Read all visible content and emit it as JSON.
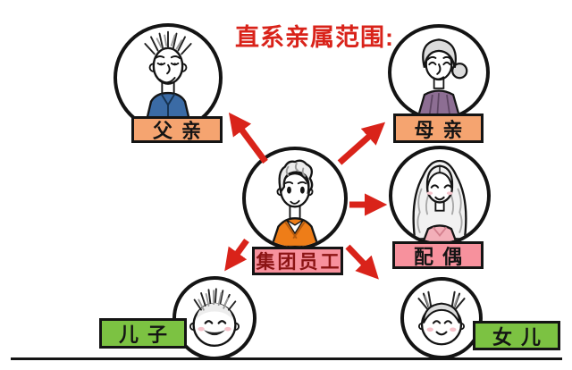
{
  "title": "直系亲属范围:",
  "center_node": {
    "label": "集团员工"
  },
  "nodes": {
    "father": {
      "label": "父亲"
    },
    "mother": {
      "label": "母亲"
    },
    "spouse": {
      "label": "配偶"
    },
    "son": {
      "label": "儿子"
    },
    "daughter": {
      "label": "女儿"
    }
  },
  "figures": {
    "father": "elderly-man-portrait",
    "mother": "elderly-woman-portrait",
    "employee": "young-man-portrait",
    "spouse": "young-woman-portrait",
    "son": "boy-portrait",
    "daughter": "girl-portrait"
  },
  "colors": {
    "title_red": "#d9231a",
    "arrow_red": "#d9231a",
    "parent_label_bg": "#f5a470",
    "center_label_bg": "#f7919d",
    "center_label_text": "#8b1414",
    "spouse_label_bg": "#f7919d",
    "child_label_bg": "#7cc242",
    "outline_black": "#141414"
  }
}
